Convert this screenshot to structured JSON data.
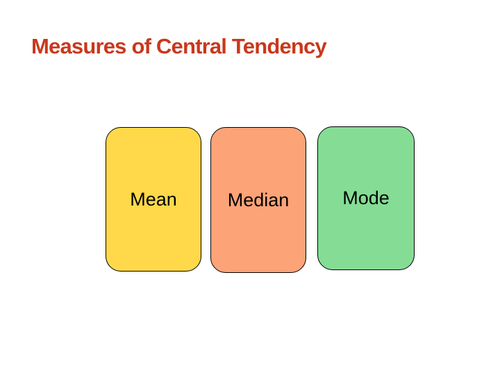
{
  "slide": {
    "title": "Measures of Central Tendency",
    "title_color": "#C9381C",
    "background_color": "#FFFFFF"
  },
  "cards": [
    {
      "label": "Mean",
      "fill": "#FFD94A",
      "border": "#000000"
    },
    {
      "label": "Median",
      "fill": "#FCA377",
      "border": "#000000"
    },
    {
      "label": "Mode",
      "fill": "#85DD95",
      "border": "#000000"
    }
  ]
}
